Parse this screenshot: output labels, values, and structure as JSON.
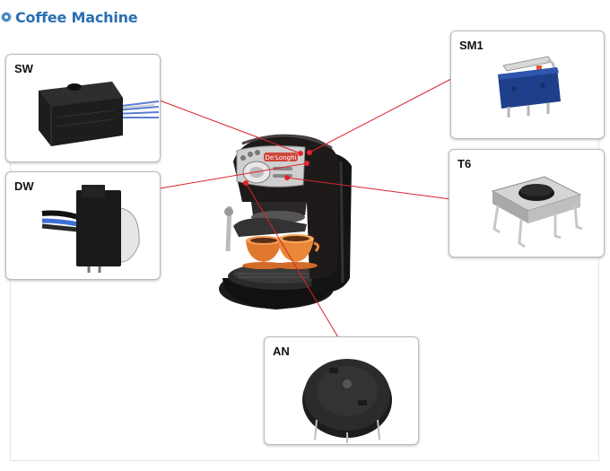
{
  "header": {
    "title": "Coffee Machine"
  },
  "components": [
    {
      "id": "sw",
      "label": "SW"
    },
    {
      "id": "dw",
      "label": "DW"
    },
    {
      "id": "sm1",
      "label": "SM1"
    },
    {
      "id": "t6",
      "label": "T6"
    },
    {
      "id": "an",
      "label": "AN"
    }
  ],
  "colors": {
    "title": "#2a6fb2",
    "leader_line": "#d9232e",
    "card_border": "#b9b9b9"
  }
}
